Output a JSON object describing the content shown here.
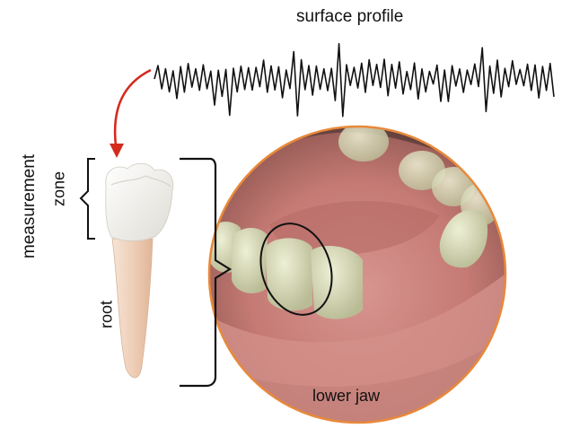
{
  "labels": {
    "surface_profile": "surface profile",
    "measurement": "measurement",
    "zone": "zone",
    "root": "root",
    "lower_jaw": "lower jaw"
  },
  "colors": {
    "arrow": "#d42a1e",
    "lens_border": "#e8893a",
    "gum": "#c97e78",
    "tooth_crown": "#f2f2ee",
    "tooth_root": "#f0d3bd",
    "dentition": "#d6d7b8"
  }
}
